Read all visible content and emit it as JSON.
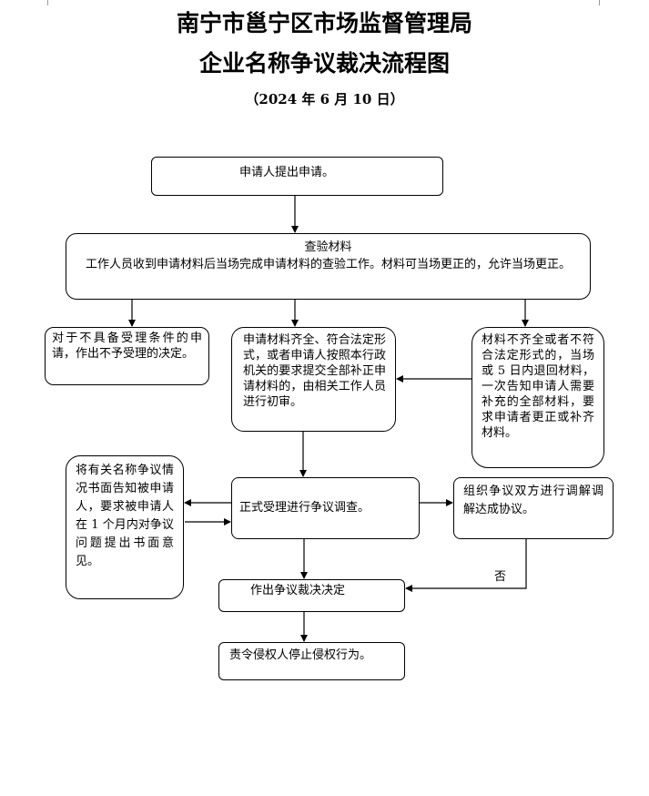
{
  "header": {
    "title_line1": "南宁市邕宁区市场监督管理局",
    "title_line2": "企业名称争议裁决流程图",
    "date": "（2024 年 6 月 10 日）"
  },
  "flow": {
    "apply": "申请人提出申请。",
    "check_title": "查验材料",
    "check_body": "工作人员收到申请材料后当场完成申请材料的查验工作。材料可当场更正的，允许当场更正。",
    "reject": "对于不具备受理条件的申请，作出不予受理的决定。",
    "complete": "申请材料齐全、符合法定形式，或者申请人按照本行政机关的要求提交全部补正申请材料的，由相关工作人员进行初审。",
    "incomplete": "材料不齐全或者不符合法定形式的，当场或 5 日内退回材料，一次告知申请人需要补充的全部材料，要求申请者更正或补齐材料。",
    "notify": "将有关名称争议情况书面告知被申请人，要求被申请人在 1 个月内对争议问题提出书面意见。",
    "accept": "正式受理进行争议调查。",
    "mediate": "组织争议双方进行调解调解达成协议。",
    "no_label": "否",
    "decide": "作出争议裁决决定",
    "order": "责令侵权人停止侵权行为。"
  }
}
